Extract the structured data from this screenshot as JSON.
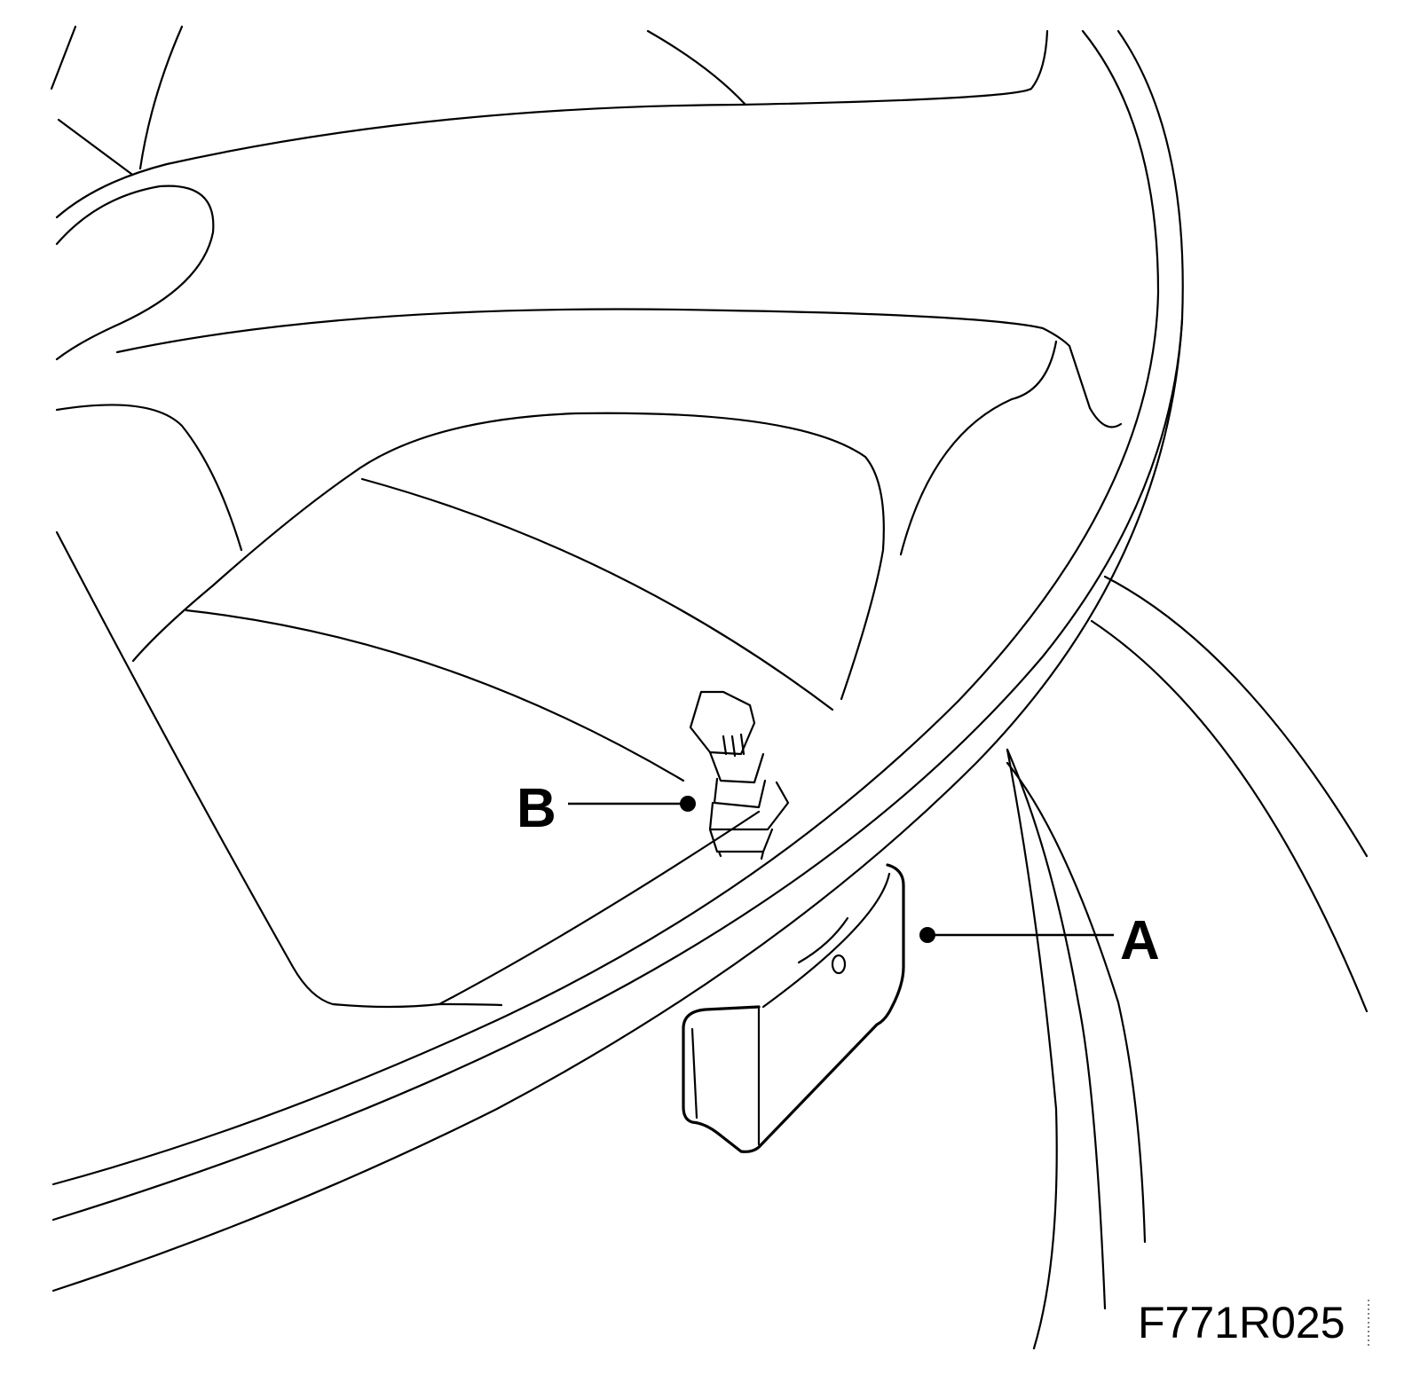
{
  "diagram": {
    "colors": {
      "line": "#000000",
      "background": "#ffffff"
    },
    "callouts": [
      {
        "id": "A",
        "label": "A",
        "icon": "sensor-module"
      },
      {
        "id": "B",
        "label": "B",
        "icon": "valve-stem"
      }
    ],
    "figure_id": "F771R025"
  }
}
